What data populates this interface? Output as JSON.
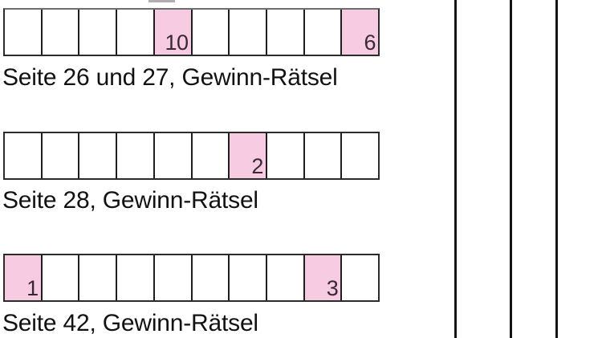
{
  "colors": {
    "highlight_pink": "#f7cbe1",
    "grid_border": "#2b2b2b",
    "number_color": "#3a2839",
    "label_color": "#121212"
  },
  "puzzle_rows": [
    {
      "label": "Seite 26 und 27, Gewinn-Rätsel",
      "cells": 10,
      "highlighted": [
        {
          "position": 5,
          "number": "10"
        },
        {
          "position": 10,
          "number": "6"
        }
      ]
    },
    {
      "label": "Seite 28, Gewinn-Rätsel",
      "cells": 10,
      "highlighted": [
        {
          "position": 7,
          "number": "2"
        }
      ]
    },
    {
      "label": "Seite 42, Gewinn-Rätsel",
      "cells": 10,
      "highlighted": [
        {
          "position": 1,
          "number": "1"
        },
        {
          "position": 9,
          "number": "3"
        }
      ]
    }
  ]
}
